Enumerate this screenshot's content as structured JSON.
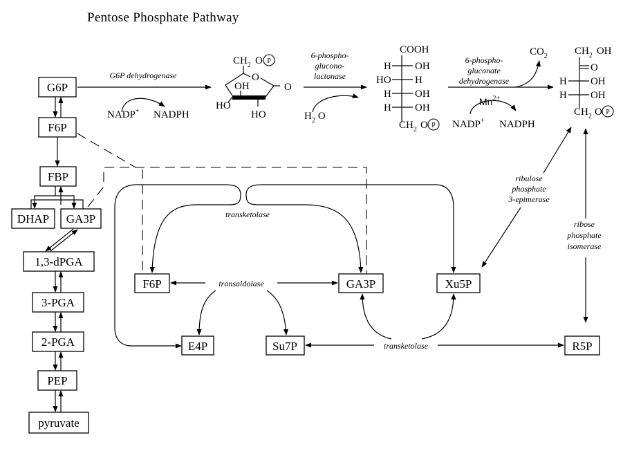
{
  "title": "Pentose Phosphate Pathway",
  "glycolysis": [
    "G6P",
    "F6P",
    "FBP",
    "DHAP",
    "GA3P",
    "1,3-dPGA",
    "3-PGA",
    "2-PGA",
    "PEP",
    "pyruvate"
  ],
  "nonox_nodes": {
    "f6p": "F6P",
    "ga3p": "GA3P",
    "xu5p": "Xu5P",
    "e4p": "E4P",
    "su7p": "Su7P",
    "r5p": "R5P"
  },
  "enzymes": {
    "g6pdh": "G6P dehydrogenase",
    "lactonase": [
      "6-phospho-",
      "glucono-",
      "lactonase"
    ],
    "pgdh": [
      "6-phospho-",
      "gluconate",
      "dehydrogenase"
    ],
    "transketolase": "transketolase",
    "transaldolase": "transaldolase",
    "epimerase": [
      "ribulose",
      "phosphate",
      "3-epimerase"
    ],
    "isomerase": [
      "ribose",
      "phosphate",
      "isomerase"
    ]
  },
  "cofactors": {
    "nadp": "NADP",
    "nadph": "NADPH",
    "plus": "+",
    "h2o_h": "H",
    "h2o_2": "2",
    "h2o_o": "O",
    "mn": "Mn",
    "mn_charge": "2+",
    "co": "CO",
    "co_2": "2"
  },
  "lactone": {
    "ch": "CH",
    "sub2": "2",
    "o": "O",
    "p": "P",
    "ring_o": "O",
    "oh": "OH",
    "ho_left": "HO",
    "ho_bottom": "HO",
    "carbonyl_o": "O"
  },
  "gluconate": {
    "cooh": "COOH",
    "rows": [
      [
        "H",
        "OH"
      ],
      [
        "HO",
        "H"
      ],
      [
        "H",
        "OH"
      ],
      [
        "H",
        "OH"
      ]
    ],
    "ch": "CH",
    "sub2": "2",
    "o": "O",
    "p": "P"
  },
  "ribulose": {
    "top": "CH",
    "top_sub": "2",
    "top_oh": "OH",
    "keto": "O",
    "rows": [
      [
        "H",
        "OH"
      ],
      [
        "H",
        "OH"
      ]
    ],
    "ch": "CH",
    "sub2": "2",
    "o": "O",
    "p": "P"
  }
}
